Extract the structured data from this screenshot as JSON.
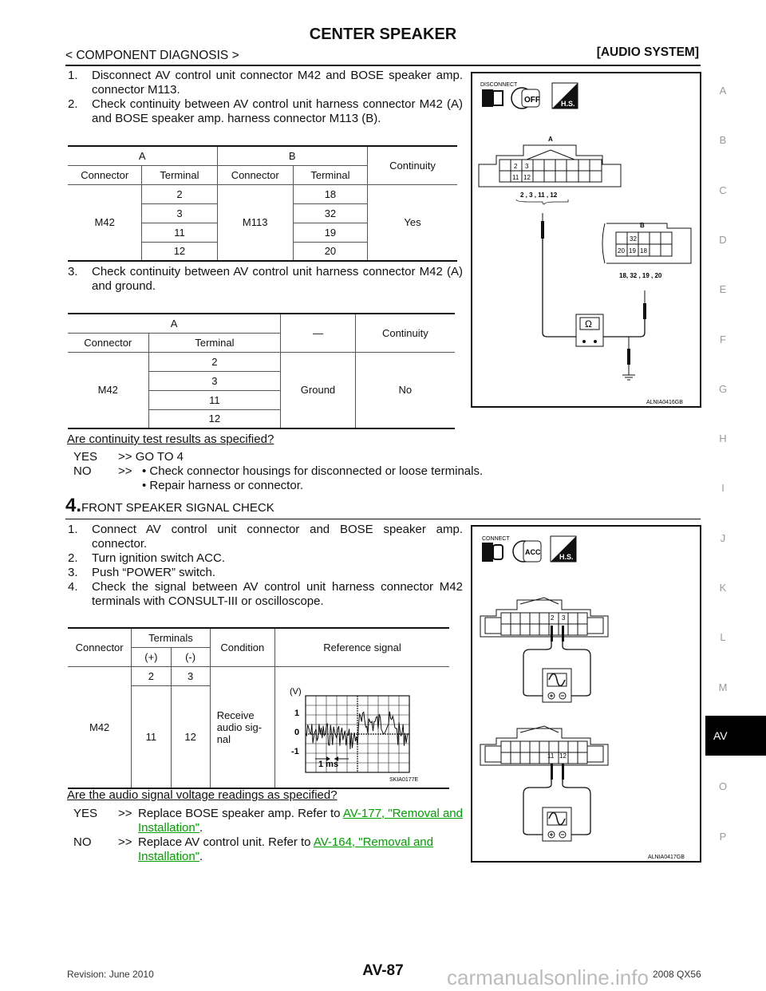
{
  "header": {
    "title": "CENTER SPEAKER",
    "section": "< COMPONENT DIAGNOSIS >",
    "system": "[AUDIO SYSTEM]"
  },
  "side_tabs": [
    "A",
    "B",
    "C",
    "D",
    "E",
    "F",
    "G",
    "H",
    "I",
    "J",
    "K",
    "L",
    "M",
    "AV",
    "O",
    "P"
  ],
  "step3_block": {
    "steps": [
      {
        "n": "1.",
        "text": "Disconnect AV control unit connector M42 and BOSE speaker amp. connector M113."
      },
      {
        "n": "2.",
        "text": "Check continuity between AV control unit harness connector M42 (A) and BOSE speaker amp. harness connector M113 (B)."
      }
    ],
    "table1": {
      "h_a": "A",
      "h_b": "B",
      "h_cont": "Continuity",
      "h_conn": "Connector",
      "h_term": "Terminal",
      "conn_a": "M42",
      "conn_b": "M113",
      "terms_a": [
        "2",
        "3",
        "11",
        "12"
      ],
      "terms_b": [
        "18",
        "32",
        "19",
        "20"
      ],
      "result": "Yes"
    },
    "step3": {
      "n": "3.",
      "text": "Check continuity between AV control unit harness connector M42 (A) and ground."
    },
    "table2": {
      "h_a": "A",
      "h_dash": "—",
      "h_cont": "Continuity",
      "h_conn": "Connector",
      "h_term": "Terminal",
      "conn": "M42",
      "terms": [
        "2",
        "3",
        "11",
        "12"
      ],
      "ground": "Ground",
      "result": "No"
    },
    "question": "Are continuity test results as specified?",
    "yes": {
      "label": "YES",
      ">>": ">>",
      "text": "GO TO 4"
    },
    "no": {
      "label": "NO",
      "arrow": ">>",
      "items": [
        "• Check connector housings for disconnected or loose terminals.",
        "• Repair harness or connector."
      ]
    }
  },
  "figure1": {
    "disconnect": "DISCONNECT",
    "off": "OFF",
    "hs": "H.S.",
    "conn_a": "A",
    "conn_b": "B",
    "pins_a": [
      "2",
      "3",
      "11",
      "12"
    ],
    "pins_a_label": "2 , 3 , 11 , 12",
    "pins_b": [
      "32",
      "20",
      "19",
      "18"
    ],
    "pins_b_label": "18, 32 , 19 , 20",
    "ohm": "Ω",
    "id": "ALNIA0416GB"
  },
  "step4_block": {
    "num": "4.",
    "title": "FRONT SPEAKER SIGNAL CHECK",
    "steps": [
      {
        "n": "1.",
        "text": "Connect AV control unit connector and BOSE speaker amp. connector."
      },
      {
        "n": "2.",
        "text": "Turn ignition switch ACC."
      },
      {
        "n": "3.",
        "text": "Push “POWER” switch."
      },
      {
        "n": "4.",
        "text": "Check the signal between AV control unit harness connector M42 terminals with CONSULT-III or oscilloscope."
      }
    ],
    "table3": {
      "h_conn": "Connector",
      "h_terms": "Terminals",
      "h_plus": "(+)",
      "h_minus": "(-)",
      "h_cond": "Condition",
      "h_ref": "Reference signal",
      "conn": "M42",
      "row1": [
        "2",
        "3"
      ],
      "row2": [
        "11",
        "12"
      ],
      "condition": "Receive audio sig-nal",
      "scope": {
        "unit": "(V)",
        "y1": "1",
        "y0": "0",
        "ym1": "-1",
        "time": "1 ms",
        "id": "SKIA0177E"
      }
    },
    "question": "Are the audio signal voltage readings as specified?",
    "yes": {
      "label": "YES",
      "arrow": ">>",
      "text": "Replace BOSE speaker amp. Refer to ",
      "link": "AV-177, \"Removal and Installation\"",
      "end": "."
    },
    "no": {
      "label": "NO",
      "arrow": ">>",
      "text": "Replace AV control unit. Refer to ",
      "link": "AV-164, \"Removal and Installation\"",
      "end": "."
    }
  },
  "figure2": {
    "connect": "CONNECT",
    "acc": "ACC",
    "hs": "H.S.",
    "pins_top": [
      "2",
      "3"
    ],
    "pins_bottom": [
      "11",
      "12"
    ],
    "id": "ALNIA0417GB"
  },
  "footer": {
    "revision": "Revision: June 2010",
    "page": "AV-87",
    "model": "2008 QX56",
    "watermark": "carmanualsonline.info"
  }
}
